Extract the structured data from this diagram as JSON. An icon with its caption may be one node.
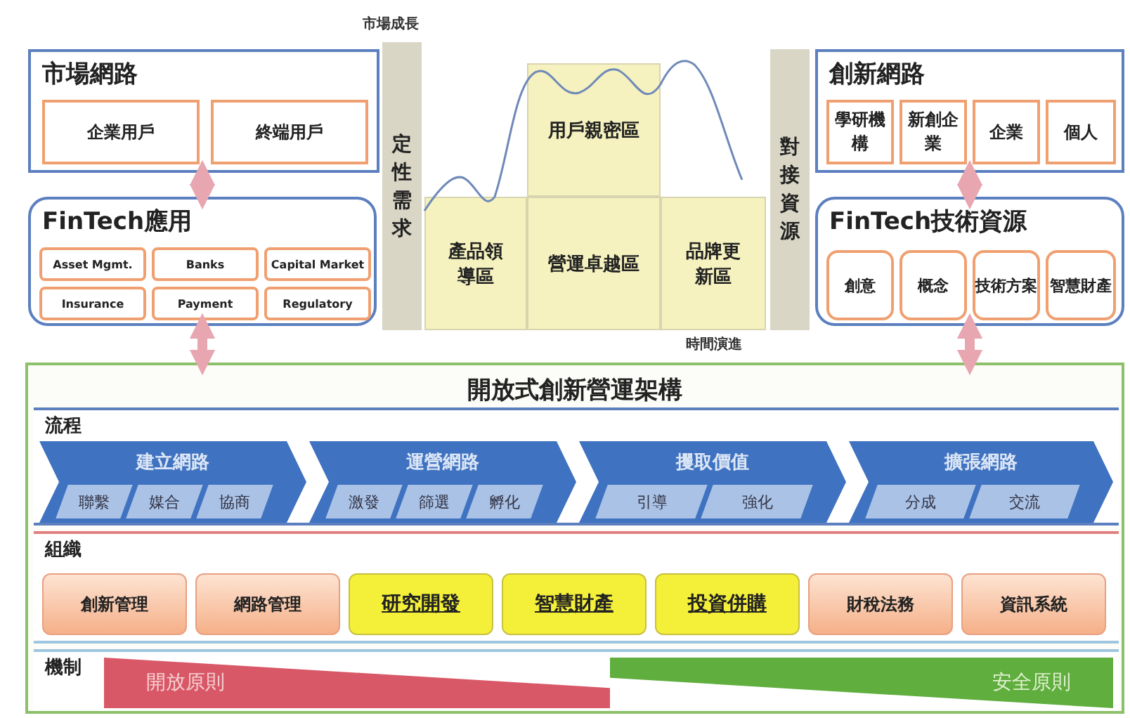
{
  "diagram": {
    "nodes": [
      {
        "text": [
          "市場網路"
        ]
      },
      {
        "text": [
          "企業用戶"
        ],
        "in": 0
      },
      {
        "text": [
          "終端用戶"
        ],
        "in": 0
      },
      {
        "text": [
          "FinTech應用"
        ]
      },
      {
        "text": [
          "Asset Mgmt."
        ],
        "in": 3
      },
      {
        "text": [
          "Banks"
        ],
        "in": 3
      },
      {
        "text": [
          "Capital Market"
        ],
        "in": 3
      },
      {
        "text": [
          "Insurance"
        ],
        "in": 3
      },
      {
        "text": [
          "Payment"
        ],
        "in": 3
      },
      {
        "text": [
          "Regulatory"
        ],
        "in": 3
      },
      {
        "text": [
          "定性需求"
        ]
      },
      {
        "text": [
          "用戶親密區"
        ]
      },
      {
        "text": [
          "產品領導區"
        ]
      },
      {
        "text": [
          "營運卓越區"
        ]
      },
      {
        "text": [
          "品牌更新區"
        ]
      },
      {
        "text": [
          "對接資源"
        ]
      },
      {
        "text": [
          "創新網路"
        ]
      },
      {
        "text": [
          "學研機構"
        ],
        "in": 16
      },
      {
        "text": [
          "新創企業"
        ],
        "in": 16
      },
      {
        "text": [
          "企業"
        ],
        "in": 16
      },
      {
        "text": [
          "個人"
        ],
        "in": 16
      },
      {
        "text": [
          "FinTech技術資源"
        ]
      },
      {
        "text": [
          "創意"
        ],
        "in": 21
      },
      {
        "text": [
          "概念"
        ],
        "in": 21
      },
      {
        "text": [
          "技術方案"
        ],
        "in": 21
      },
      {
        "text": [
          "智慧財產"
        ],
        "in": 21
      },
      {
        "text": [
          "開放式創新營運架構"
        ]
      },
      {
        "text": [
          "流程"
        ],
        "in": 26
      },
      {
        "text": [
          "建立網路"
        ],
        "in": 27
      },
      {
        "text": [
          "聯繫"
        ],
        "in": 28
      },
      {
        "text": [
          "媒合"
        ],
        "in": 28
      },
      {
        "text": [
          "協商"
        ],
        "in": 28
      },
      {
        "text": [
          "運營網路"
        ],
        "in": 27
      },
      {
        "text": [
          "激發"
        ],
        "in": 32
      },
      {
        "text": [
          "篩選"
        ],
        "in": 32
      },
      {
        "text": [
          "孵化"
        ],
        "in": 32
      },
      {
        "text": [
          "攫取價值"
        ],
        "in": 27
      },
      {
        "text": [
          "引導"
        ],
        "in": 36
      },
      {
        "text": [
          "強化"
        ],
        "in": 36
      },
      {
        "text": [
          "擴張網路"
        ],
        "in": 27
      },
      {
        "text": [
          "分成"
        ],
        "in": 39
      },
      {
        "text": [
          "交流"
        ],
        "in": 39
      },
      {
        "text": [
          "組織"
        ],
        "in": 26
      },
      {
        "text": [
          "創新管理"
        ],
        "in": 42
      },
      {
        "text": [
          "網路管理"
        ],
        "in": 42
      },
      {
        "text": [
          "研究開發"
        ],
        "in": 42
      },
      {
        "text": [
          "智慧財產"
        ],
        "in": 42
      },
      {
        "text": [
          "投資併購"
        ],
        "in": 42
      },
      {
        "text": [
          "財稅法務"
        ],
        "in": 42
      },
      {
        "text": [
          "資訊系統"
        ],
        "in": 42
      },
      {
        "text": [
          "機制"
        ],
        "in": 26
      },
      {
        "text": [
          "開放原則"
        ],
        "in": 50
      },
      {
        "text": [
          "安全原則"
        ],
        "in": 50
      }
    ],
    "edges": [
      {
        "from": 3,
        "to": 0,
        "arrow": "both"
      },
      {
        "from": 26,
        "to": 3,
        "arrow": "both"
      },
      {
        "from": 21,
        "to": 16,
        "arrow": "both"
      },
      {
        "from": 26,
        "to": 21,
        "arrow": "both"
      }
    ],
    "labels": [
      "市場成長",
      "時間演進"
    ]
  }
}
